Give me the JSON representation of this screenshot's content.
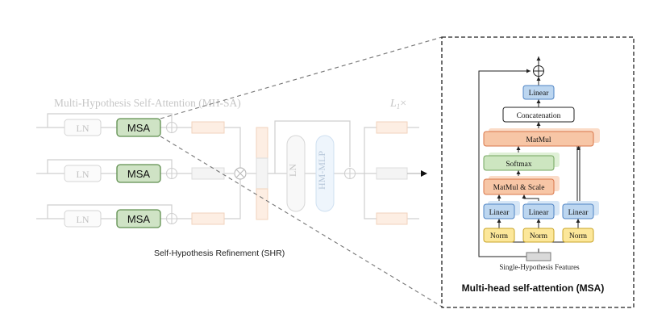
{
  "left": {
    "title": "Multi-Hypothesis Self-Attention (MH-SA)",
    "layer_count": "L",
    "layer_count_sub": "1",
    "layer_count_suffix": "×",
    "ln_label": "LN",
    "msa_label": "MSA",
    "ln2_label": "LN",
    "mlp_label": "HM-MLP",
    "shr_label": "Self-Hypothesis Refinement (SHR)"
  },
  "inset": {
    "linear_top": "Linear",
    "concat": "Concatenation",
    "matmul": "MatMul",
    "softmax": "Softmax",
    "matmul_scale": "MatMul & Scale",
    "linear_q": "Linear",
    "linear_k": "Linear",
    "linear_v": "Linear",
    "norm_q": "Norm",
    "norm_k": "Norm",
    "norm_v": "Norm",
    "input_caption": "Single-Hypothesis Features",
    "caption": "Multi-head self-attention (MSA)"
  },
  "colors": {
    "msa_fill": "#cfe3c5",
    "msa_stroke": "#6a9a5a",
    "orange_fill": "#f7c6a6",
    "orange_stroke": "#d9774a",
    "green_fill": "#cde6c0",
    "green_stroke": "#73a55f",
    "blue_fill": "#bcd6f0",
    "blue_stroke": "#4f84c4",
    "yellow_fill": "#fce79a",
    "yellow_stroke": "#d6b63a"
  }
}
